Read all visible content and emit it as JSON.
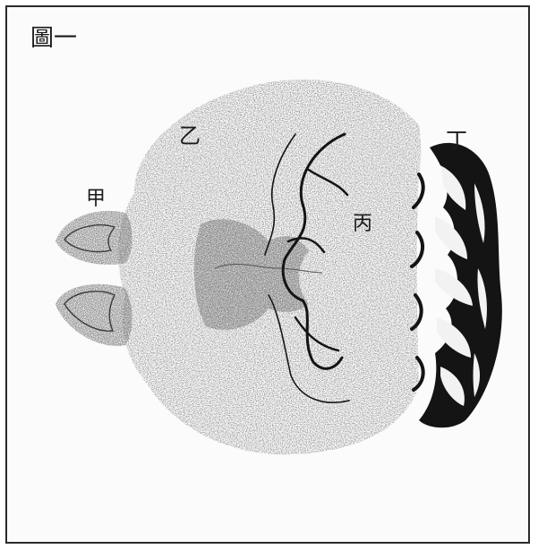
{
  "figure": {
    "title": "圖一",
    "labels": {
      "jia": "甲",
      "yi": "乙",
      "bing": "丙",
      "ding": "丁"
    }
  },
  "colors": {
    "tissue": "#6a6a6a",
    "ink": "#141414",
    "frame": "#2b2b2b"
  }
}
